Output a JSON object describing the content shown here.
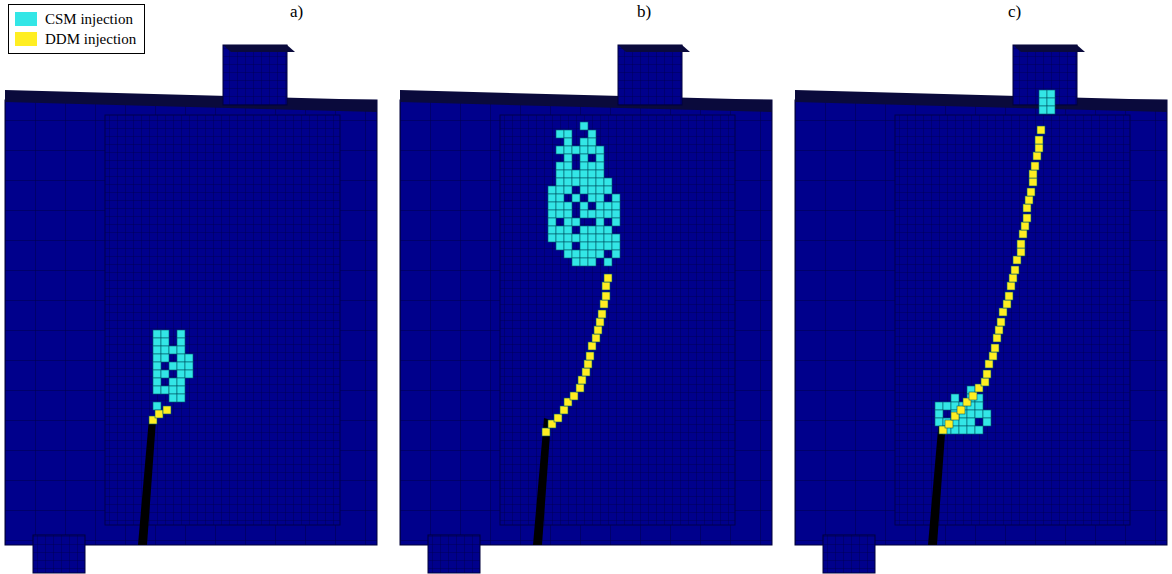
{
  "diagram": {
    "labels": [
      "a)",
      "b)",
      "c)"
    ],
    "legend": [
      {
        "text": "CSM injection",
        "color": "#33e6e6"
      },
      {
        "text": "DDM injection",
        "color": "#ffee22"
      }
    ]
  }
}
